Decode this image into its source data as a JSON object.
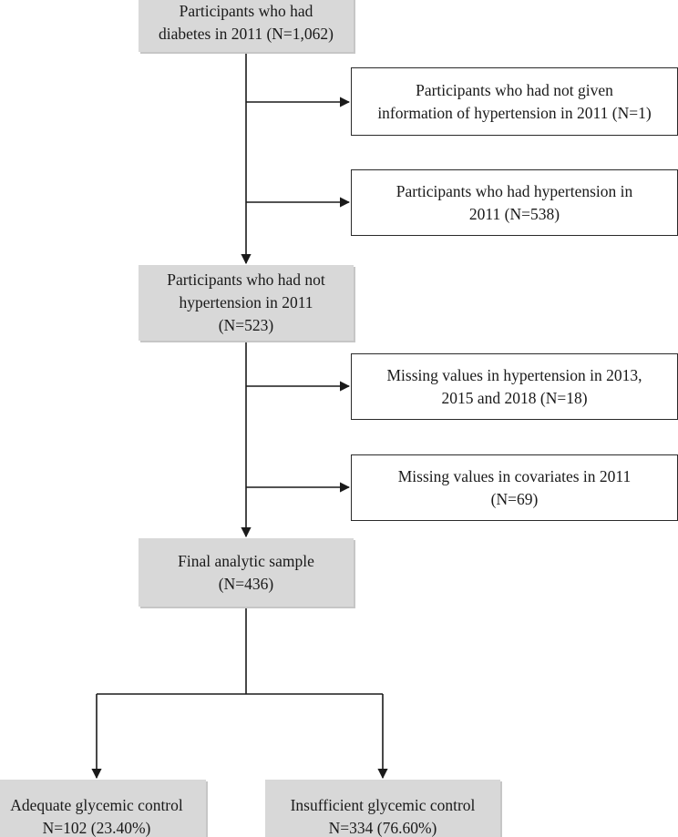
{
  "flowchart": {
    "diabetes_2011": {
      "lines": [
        "Participants who had",
        "diabetes in 2011 (N=1,062)"
      ]
    },
    "excluded_no_info": {
      "lines": [
        "Participants who had not given",
        "information of hypertension in 2011 (N=1)"
      ]
    },
    "excluded_hypertension": {
      "lines": [
        "Participants who had hypertension in",
        "2011 (N=538)"
      ]
    },
    "no_hypertension_2011": {
      "lines": [
        "Participants who had not",
        "hypertension in 2011",
        "(N=523)"
      ]
    },
    "excluded_missing_followup": {
      "lines": [
        "Missing values in hypertension in 2013,",
        "2015 and 2018 (N=18)"
      ]
    },
    "excluded_missing_covariates": {
      "lines": [
        "Missing values in covariates in 2011",
        "(N=69)"
      ]
    },
    "final_sample": {
      "lines": [
        "Final analytic sample",
        "(N=436)"
      ]
    },
    "adequate_control": {
      "lines": [
        "Adequate glycemic control",
        "N=102 (23.40%)"
      ]
    },
    "insufficient_control": {
      "lines": [
        "Insufficient glycemic control",
        "N=334 (76.60%)"
      ]
    }
  },
  "colors": {
    "main_box_fill": "#d8d8d8",
    "side_box_border": "#2a2a2a",
    "connector": "#1a1a1a"
  }
}
